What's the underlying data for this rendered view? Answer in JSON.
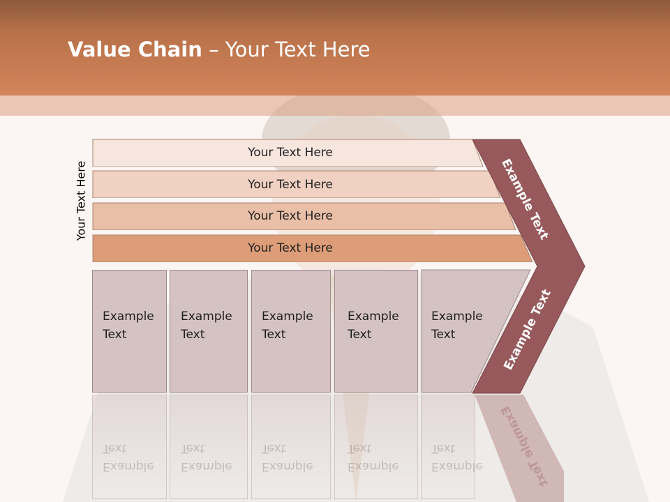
{
  "slide": {
    "title_bold": "Value Chain",
    "title_rest": " – Your Text Here",
    "side_label": "Your Text Here"
  },
  "bars": [
    {
      "label": "Your Text Here"
    },
    {
      "label": "Your Text Here"
    },
    {
      "label": "Your Text Here"
    },
    {
      "label": "Your Text Here"
    }
  ],
  "boxes": [
    {
      "line1": "Example",
      "line2": "Text"
    },
    {
      "line1": "Example",
      "line2": "Text"
    },
    {
      "line1": "Example",
      "line2": "Text"
    },
    {
      "line1": "Example",
      "line2": "Text"
    },
    {
      "line1": "Example",
      "line2": "Text"
    }
  ],
  "chevron": {
    "upper_label": "Example Text",
    "lower_label": "Example Text"
  },
  "colors": {
    "header": "#c97a50",
    "bar_1": "#f7e6de",
    "bar_2": "#f1d1c2",
    "bar_3": "#eabfa7",
    "bar_4": "#de9d79",
    "box": "#d5c3c4",
    "chevron": "#97595b"
  }
}
